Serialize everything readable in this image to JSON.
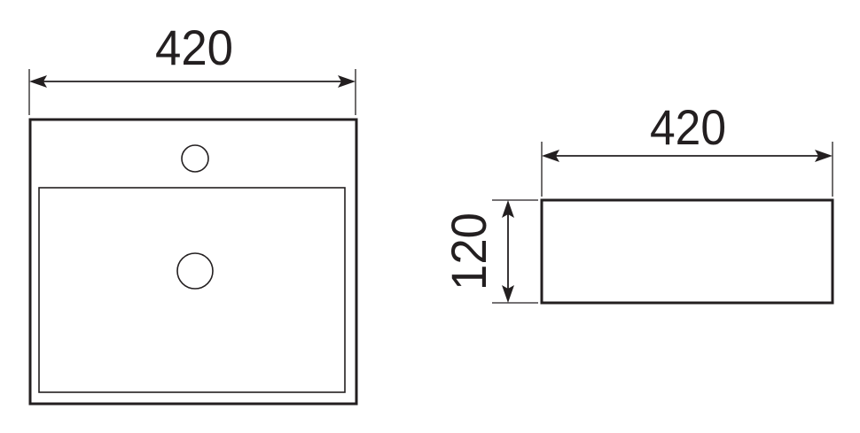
{
  "dimensions": {
    "top_view_width": "420",
    "side_view_width": "420",
    "side_view_height": "120"
  }
}
